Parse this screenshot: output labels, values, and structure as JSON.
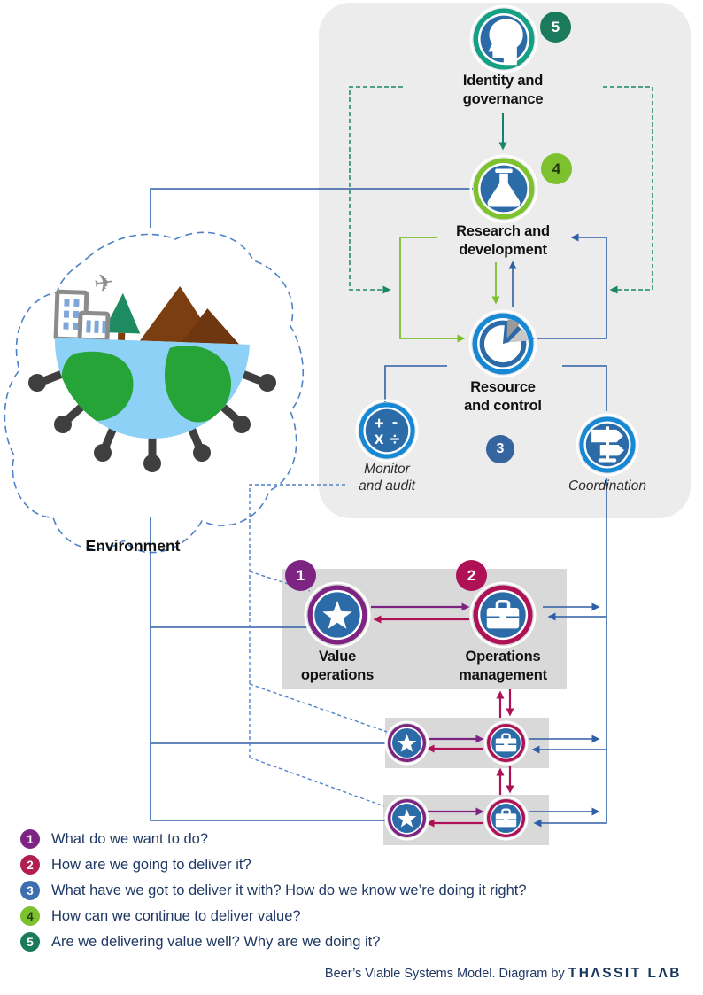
{
  "colors": {
    "container_gray": "#ECECEC",
    "box_gray": "#D9D9D9",
    "icon_blue": "#2B6BA8",
    "ring_bright_blue": "#1789D4",
    "ring_teal": "#14A085",
    "badge_teal_dark": "#1A7A5B",
    "green": "#7DC12F",
    "purple": "#7D2382",
    "crimson": "#AE1155",
    "line_blue": "#2E5FA6",
    "dashed_blue": "#4F81C7",
    "teal_line": "#1A8668",
    "legend_blue": "#3C6EB0",
    "navy_text": "#1F3864"
  },
  "environment": {
    "label": "Environment"
  },
  "system5": {
    "badge": "5",
    "label1": "Identity and",
    "label2": "governance"
  },
  "system4": {
    "badge": "4",
    "label1": "Research and",
    "label2": "development"
  },
  "system3": {
    "badge": "3",
    "label1": "Resource",
    "label2": "and control"
  },
  "monitor": {
    "label1": "Monitor",
    "label2": "and audit",
    "sym1": "+",
    "sym2": "-",
    "sym3": "x",
    "sym4": "÷"
  },
  "coordination": {
    "label": "Coordination"
  },
  "operations": {
    "value": {
      "badge": "1",
      "label1": "Value",
      "label2": "operations"
    },
    "management": {
      "badge": "2",
      "label1": "Operations",
      "label2": "management"
    }
  },
  "legend": {
    "items": [
      {
        "num": "1",
        "text": "What do we want to do?"
      },
      {
        "num": "2",
        "text": "How are we going to deliver it?"
      },
      {
        "num": "3",
        "text": "What have we got to deliver it with? How do we know we’re doing it right?"
      },
      {
        "num": "4",
        "text": "How can we continue to deliver value?"
      },
      {
        "num": "5",
        "text": "Are we delivering value well? Why are we doing it?"
      }
    ]
  },
  "footer": {
    "text": "Beer’s Viable Systems Model. Diagram by ",
    "brand": "THΛSSIT LΛB"
  }
}
